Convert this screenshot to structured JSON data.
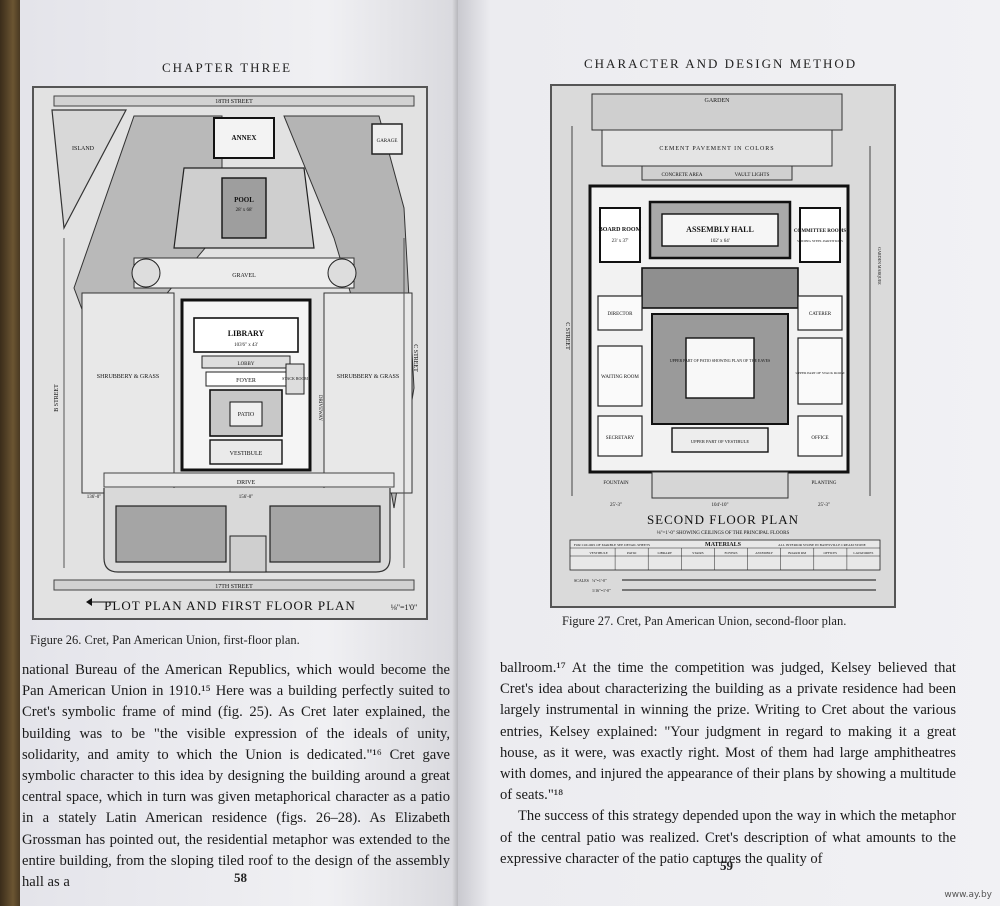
{
  "left_page": {
    "running_head": "CHAPTER THREE",
    "figure_caption": "Figure 26. Cret, Pan American Union, first-floor plan.",
    "plan": {
      "title": "PLOT PLAN AND FIRST FLOOR PLAN",
      "scale_note": "⅛\"=1'0\"",
      "labels": {
        "street_top": "18TH STREET",
        "street_bottom": "17TH STREET",
        "street_left": "B STREET",
        "street_right": "C STREET",
        "island": "ISLAND",
        "garage": "GARAGE",
        "annex": "ANNEX",
        "pool": "POOL",
        "pool_dims": "28' x 68'",
        "gravel": "GRAVEL",
        "library": "LIBRARY",
        "library_dims": "103'6\" x 43'",
        "lobby": "LOBBY",
        "foyer": "FOYER",
        "stack_room": "STACK ROOM",
        "patio": "PATIO",
        "vestibule": "VESTIBULE",
        "shrubbery_left": "SHRUBBERY & GRASS",
        "shrubbery_right": "SHRUBBERY & GRASS",
        "driveway": "DRIVEWAY",
        "drive": "DRIVE",
        "dim_a": "156'-0\"",
        "dim_b": "136'-0\""
      }
    },
    "paragraph": "national Bureau of the American Republics, which would become the Pan American Union in 1910.¹⁵ Here was a building perfectly suited to Cret's symbolic frame of mind (fig. 25). As Cret later explained, the building was to be \"the visible expression of the ideals of unity, solidarity, and amity to which the Union is dedicated.\"¹⁶ Cret gave symbolic character to this idea by designing the building around a great central space, which in turn was given metaphorical character as a patio in a stately Latin American residence (figs. 26–28). As Elizabeth Grossman has pointed out, the residential metaphor was extended to the entire building, from the sloping tiled roof to the design of the assembly hall as a",
    "folio": "58"
  },
  "right_page": {
    "running_head": "CHARACTER AND DESIGN METHOD",
    "figure_caption": "Figure 27. Cret, Pan American Union, second-floor plan.",
    "plan": {
      "title": "SECOND FLOOR PLAN",
      "subtitle": "⅛\"=1'-0\" SHOWING CEILINGS OF THE PRINCIPAL FLOORS",
      "labels": {
        "garden": "GARDEN",
        "cement": "CEMENT PAVEMENT IN COLORS",
        "concrete": "CONCRETE AREA",
        "vault": "VAULT LIGHTS",
        "board_room": "BOARD ROOM",
        "board_dims": "23' x 37'",
        "assembly_hall": "ASSEMBLY HALL",
        "assembly_dims": "102' x 64'",
        "committee": "COMMITTEE ROOMS",
        "committee_note": "SLIDING STEEL PARTITIONS",
        "director": "DIRECTOR",
        "waiting": "WAITING ROOM",
        "patio_upper": "UPPER PART OF PATIO SHOWING PLAN OF THE EAVES",
        "caterer": "CATERER",
        "stack_upper": "UPPER PART OF STACK ROOM",
        "vestibule_upper": "UPPER PART OF VESTIBULE",
        "secretary": "SECRETARY",
        "office": "OFFICE",
        "fountain": "FOUNTAIN",
        "planting": "PLANTING",
        "c_street": "C STREET",
        "garden_marquee": "GARDEN MARQUEE",
        "dim_front": "104'-10\"",
        "dim_side_a": "25'-3\"",
        "dim_side_b": "25'-3\"",
        "materials_title": "MATERIALS",
        "materials_note_left": "FOR COLORS OF MARBLE SEE DETAIL SHEETS",
        "materials_note_right": "ALL INTERIOR STONE IN BATESVILLE CREAM STONE",
        "mat_cols": [
          "VESTIBULE",
          "PATIO",
          "LIBRARY",
          "STAIRS",
          "FOYERS",
          "ASSEMBLY",
          "BOARD RM",
          "OFFICES",
          "LAVATORIES"
        ],
        "scales_label": "SCALES",
        "scale_a": "⅛\"=1'-0\"",
        "scale_b": "1/16\"=1'-0\""
      }
    },
    "paragraph_1": "ballroom.¹⁷ At the time the competition was judged, Kelsey believed that Cret's idea about characterizing the building as a private residence had been largely instrumental in winning the prize. Writing to Cret about the various entries, Kelsey explained: \"Your judgment in regard to making it a great house, as it were, was exactly right. Most of them had large amphitheatres with domes, and injured the appearance of their plans by showing a multitude of seats.\"¹⁸",
    "paragraph_2": "The success of this strategy depended upon the way in which the metaphor of the central patio was realized. Cret's description of what amounts to the expressive character of the patio captures the quality of",
    "folio": "59"
  },
  "watermark": "www.ay.by"
}
